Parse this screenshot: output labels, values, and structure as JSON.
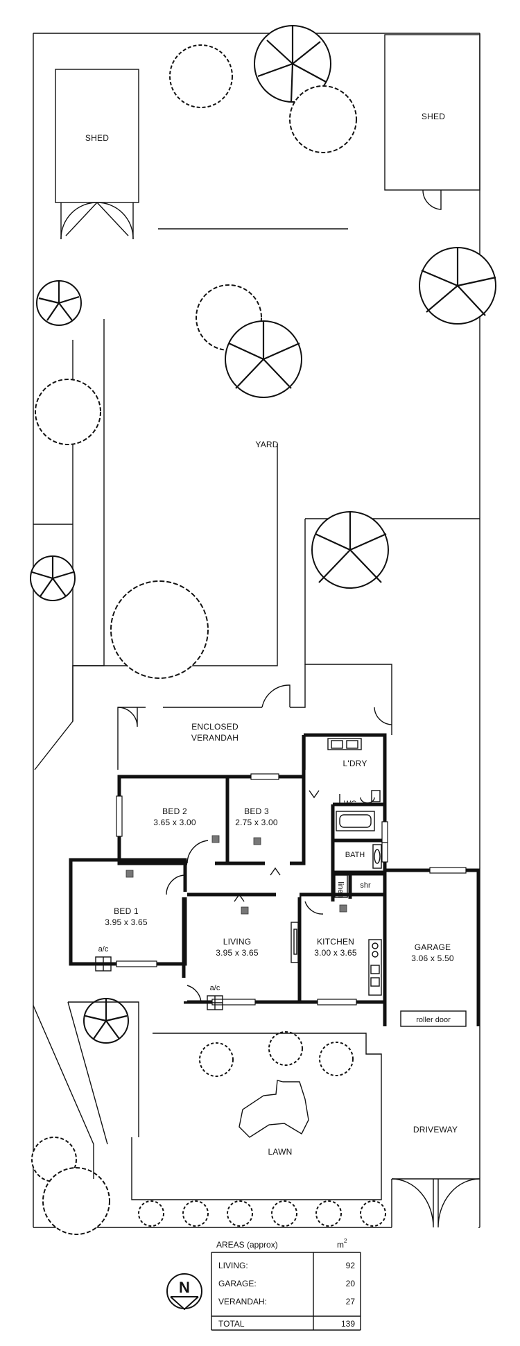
{
  "labels": {
    "shed_left": "SHED",
    "shed_right": "SHED",
    "yard": "YARD",
    "enclosed_verandah_1": "ENCLOSED",
    "enclosed_verandah_2": "VERANDAH",
    "laundry": "L'DRY",
    "wc": "WC",
    "bath": "BATH",
    "shower": "shr",
    "linen": "linen",
    "bed2_name": "BED 2",
    "bed2_dims": "3.65 x 3.00",
    "bed3_name": "BED 3",
    "bed3_dims": "2.75 x 3.00",
    "bed1_name": "BED 1",
    "bed1_dims": "3.95 x 3.65",
    "living_name": "LIVING",
    "living_dims": "3.95 x 3.65",
    "kitchen_name": "KITCHEN",
    "kitchen_dims": "3.00 x 3.65",
    "garage_name": "GARAGE",
    "garage_dims": "3.06 x 5.50",
    "roller_door": "roller door",
    "ac_bed1": "a/c",
    "ac_living": "a/c",
    "lawn": "LAWN",
    "driveway": "DRIVEWAY",
    "compass": "N"
  },
  "areas": {
    "title": "AREAS (approx)",
    "unit": "m",
    "unit_sup": "2",
    "rows": [
      {
        "label": "LIVING:",
        "value": "92"
      },
      {
        "label": "GARAGE:",
        "value": "20"
      },
      {
        "label": "VERANDAH:",
        "value": "27"
      }
    ],
    "total_label": "TOTAL",
    "total_value": "139"
  },
  "colors": {
    "line": "#111111",
    "vent": "#777777",
    "background": "#ffffff"
  }
}
